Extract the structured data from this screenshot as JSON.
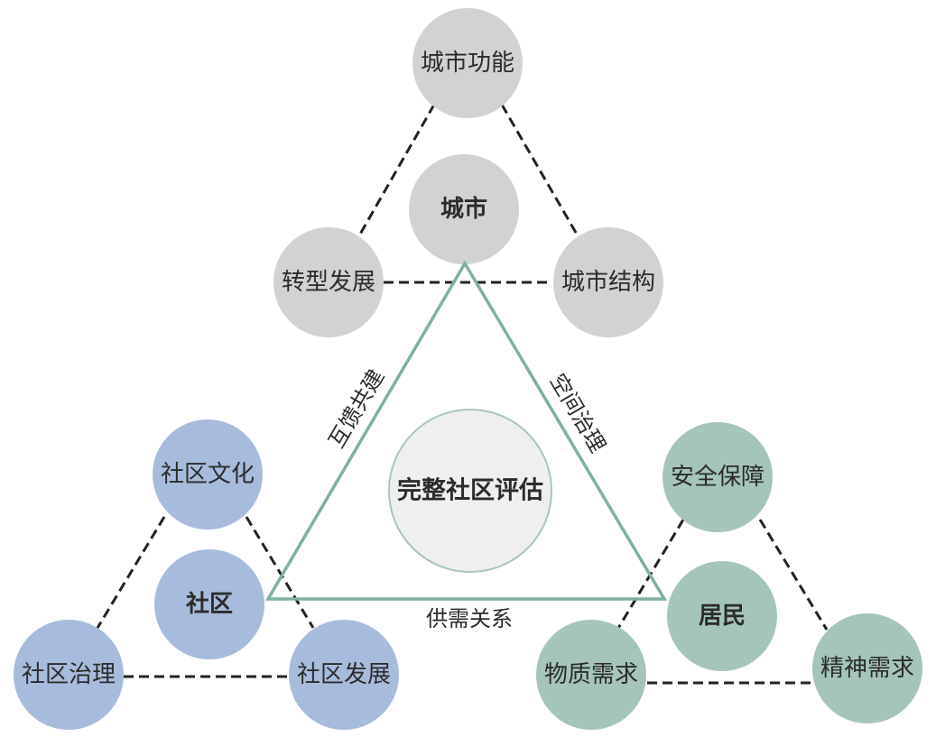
{
  "center": {
    "label": "完整社区评估"
  },
  "triangle_edges": {
    "left": "互馈共建",
    "right": "空间治理",
    "bottom": "供需关系"
  },
  "city_group": {
    "core": "城市",
    "items": [
      "城市功能",
      "转型发展",
      "城市结构"
    ]
  },
  "community_group": {
    "core": "社区",
    "items": [
      "社区文化",
      "社区治理",
      "社区发展"
    ]
  },
  "resident_group": {
    "core": "居民",
    "items": [
      "安全保障",
      "物质需求",
      "精神需求"
    ]
  },
  "colors": {
    "city": "#d2d2d3",
    "community": "#a7bcdc",
    "resident": "#a5c5ba",
    "center_fill": "#efefef",
    "center_stroke": "#a9c6bd",
    "triangle": "#7fb0a6"
  }
}
